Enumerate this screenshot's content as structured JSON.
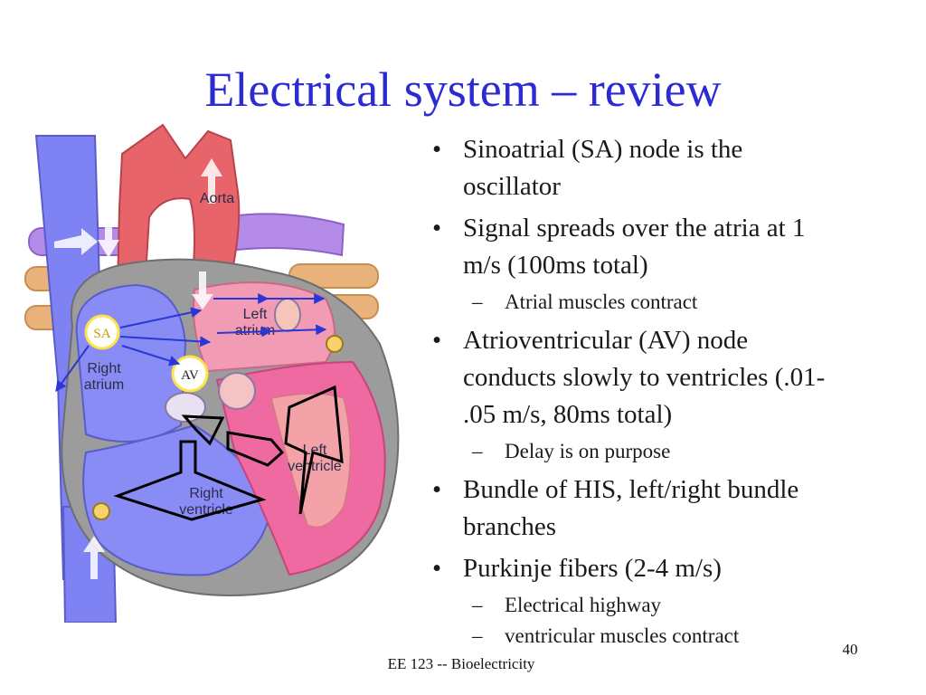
{
  "slide": {
    "title": "Electrical system – review",
    "footer": "EE 123 -- Bioelectricity",
    "page_number": "40"
  },
  "diagram": {
    "labels": {
      "aorta": "Aorta",
      "left_atrium_1": "Left",
      "left_atrium_2": "atrium",
      "right_atrium_1": "Right",
      "right_atrium_2": "atrium",
      "left_ventricle_1": "Left",
      "left_ventricle_2": "ventricle",
      "right_ventricle_1": "Right",
      "right_ventricle_2": "ventricle",
      "sa_node": "SA",
      "av_node": "AV"
    },
    "colors": {
      "vein_blue": "#7f82f3",
      "artery_red": "#e8646b",
      "pulmonary_purple": "#b48be9",
      "heart_pink": "#f06aa2",
      "wall_gray": "#9c9c9c",
      "node_yellow": "#ffe34a",
      "signal_arrow": "#2a36d6"
    }
  },
  "bullets": [
    {
      "level": 1,
      "text": "Sinoatrial (SA) node is the",
      "text2": "oscillator"
    },
    {
      "level": 1,
      "text": "Signal spreads over the atria at 1",
      "text2": "m/s (100ms total)"
    },
    {
      "level": 2,
      "text": "Atrial muscles contract"
    },
    {
      "level": 1,
      "text": "Atrioventricular (AV) node",
      "text2": "conducts slowly to ventricles (.01-",
      "text3": ".05 m/s, 80ms total)"
    },
    {
      "level": 2,
      "text": "Delay is on purpose"
    },
    {
      "level": 1,
      "text": "Bundle of HIS, left/right bundle",
      "text2": "branches"
    },
    {
      "level": 1,
      "text": "Purkinje fibers (2-4 m/s)"
    },
    {
      "level": 2,
      "text": "Electrical highway"
    },
    {
      "level": 2,
      "text": "ventricular muscles contract"
    }
  ]
}
